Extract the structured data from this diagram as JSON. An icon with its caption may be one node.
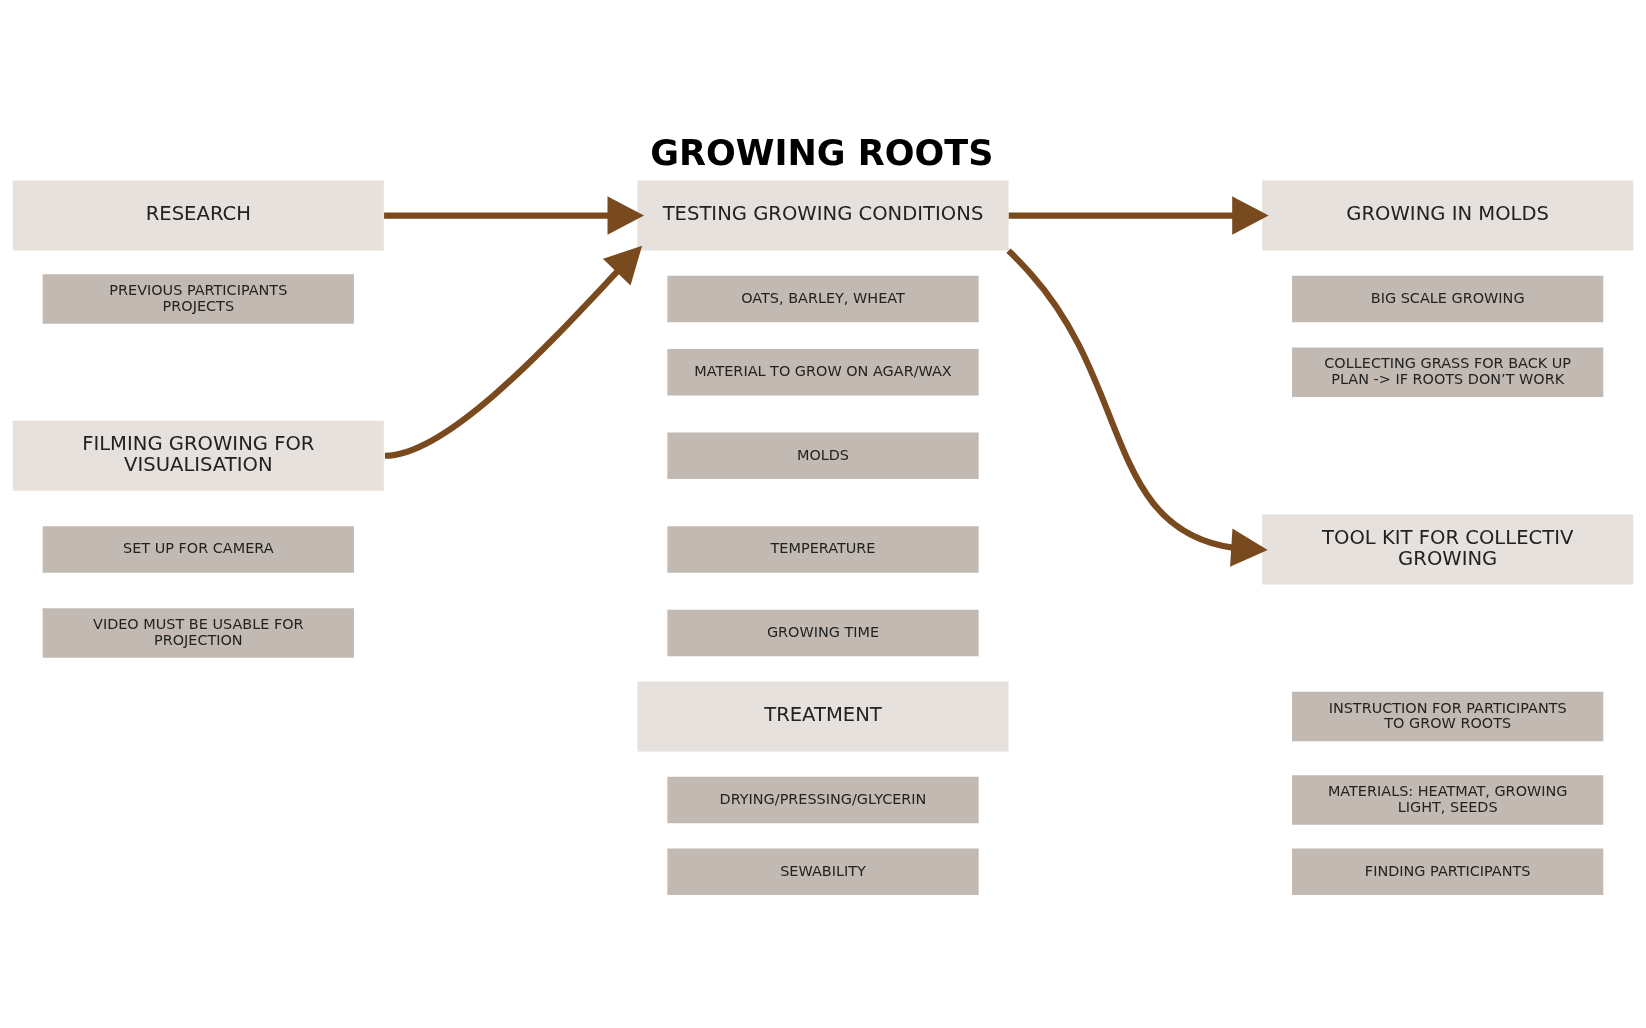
{
  "diagram": {
    "title": "GROWING ROOTS",
    "nodes": [
      {
        "text": [
          "RESEARCH"
        ]
      },
      {
        "text": [
          "PREVIOUS PARTICIPANTS PROJECTS"
        ]
      },
      {
        "text": [
          "FILMING GROWING FOR VISUALISATION"
        ]
      },
      {
        "text": [
          "SET UP FOR CAMERA"
        ]
      },
      {
        "text": [
          "VIDEO MUST BE USABLE FOR PROJECTION"
        ]
      },
      {
        "text": [
          "TESTING GROWING CONDITIONS"
        ]
      },
      {
        "text": [
          "OATS, BARLEY, WHEAT"
        ]
      },
      {
        "text": [
          "MATERIAL TO GROW ON AGAR/WAX"
        ]
      },
      {
        "text": [
          "MOLDS"
        ]
      },
      {
        "text": [
          "TEMPERATURE"
        ]
      },
      {
        "text": [
          "GROWING TIME"
        ]
      },
      {
        "text": [
          "TREATMENT"
        ]
      },
      {
        "text": [
          "DRYING/PRESSING/GLYCERIN"
        ]
      },
      {
        "text": [
          "SEWABILITY"
        ]
      },
      {
        "text": [
          "GROWING IN MOLDS"
        ]
      },
      {
        "text": [
          "BIG SCALE GROWING"
        ]
      },
      {
        "text": [
          "COLLECTING GRASS FOR BACK UP PLAN -> IF ROOTS DON’T WORK"
        ]
      },
      {
        "text": [
          "TOOL KIT FOR COLLECTIV GROWING"
        ]
      },
      {
        "text": [
          "INSTRUCTION FOR PARTICIPANTS TO GROW ROOTS"
        ]
      },
      {
        "text": [
          "MATERIALS: HEATMAT, GROWING LIGHT, SEEDS"
        ]
      },
      {
        "text": [
          "FINDING PARTICIPANTS"
        ]
      }
    ],
    "edges": [
      {
        "from": 0,
        "to": 5,
        "arrow": "to"
      },
      {
        "from": 5,
        "to": 14,
        "arrow": "to"
      },
      {
        "from": 2,
        "to": 5,
        "arrow": "to"
      },
      {
        "from": 5,
        "to": 17,
        "arrow": "to"
      }
    ]
  }
}
